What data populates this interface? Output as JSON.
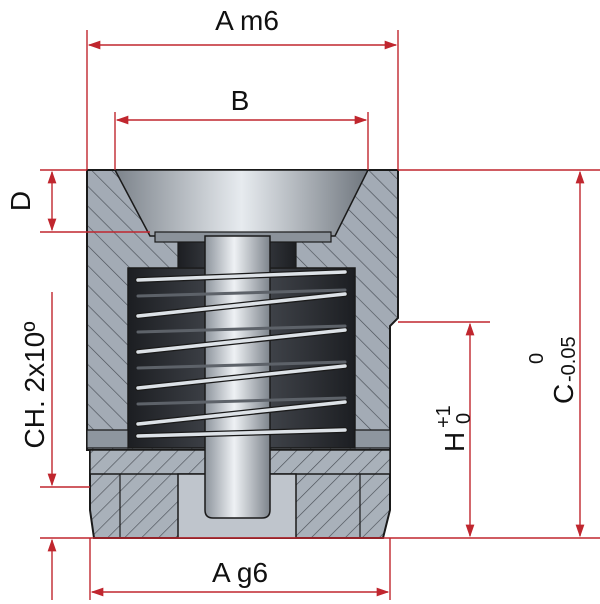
{
  "labels": {
    "dim_a_top": "A m6",
    "dim_b": "B",
    "dim_d": "D",
    "dim_chamfer": "CH. 2x10º",
    "dim_h": "H",
    "dim_h_tol_upper": "+1",
    "dim_h_tol_lower": "0",
    "dim_c": "C",
    "dim_c_tol_upper": "0",
    "dim_c_tol_lower": "-0.05",
    "dim_a_bottom": "A g6"
  },
  "colors": {
    "dimension_line": "#c0262e",
    "outline": "#1a1a1a",
    "body_fill": "#9aa2ac",
    "hatch": "#4a4f57",
    "spring": "#d8dde3",
    "cavity": "#2a2c30"
  }
}
